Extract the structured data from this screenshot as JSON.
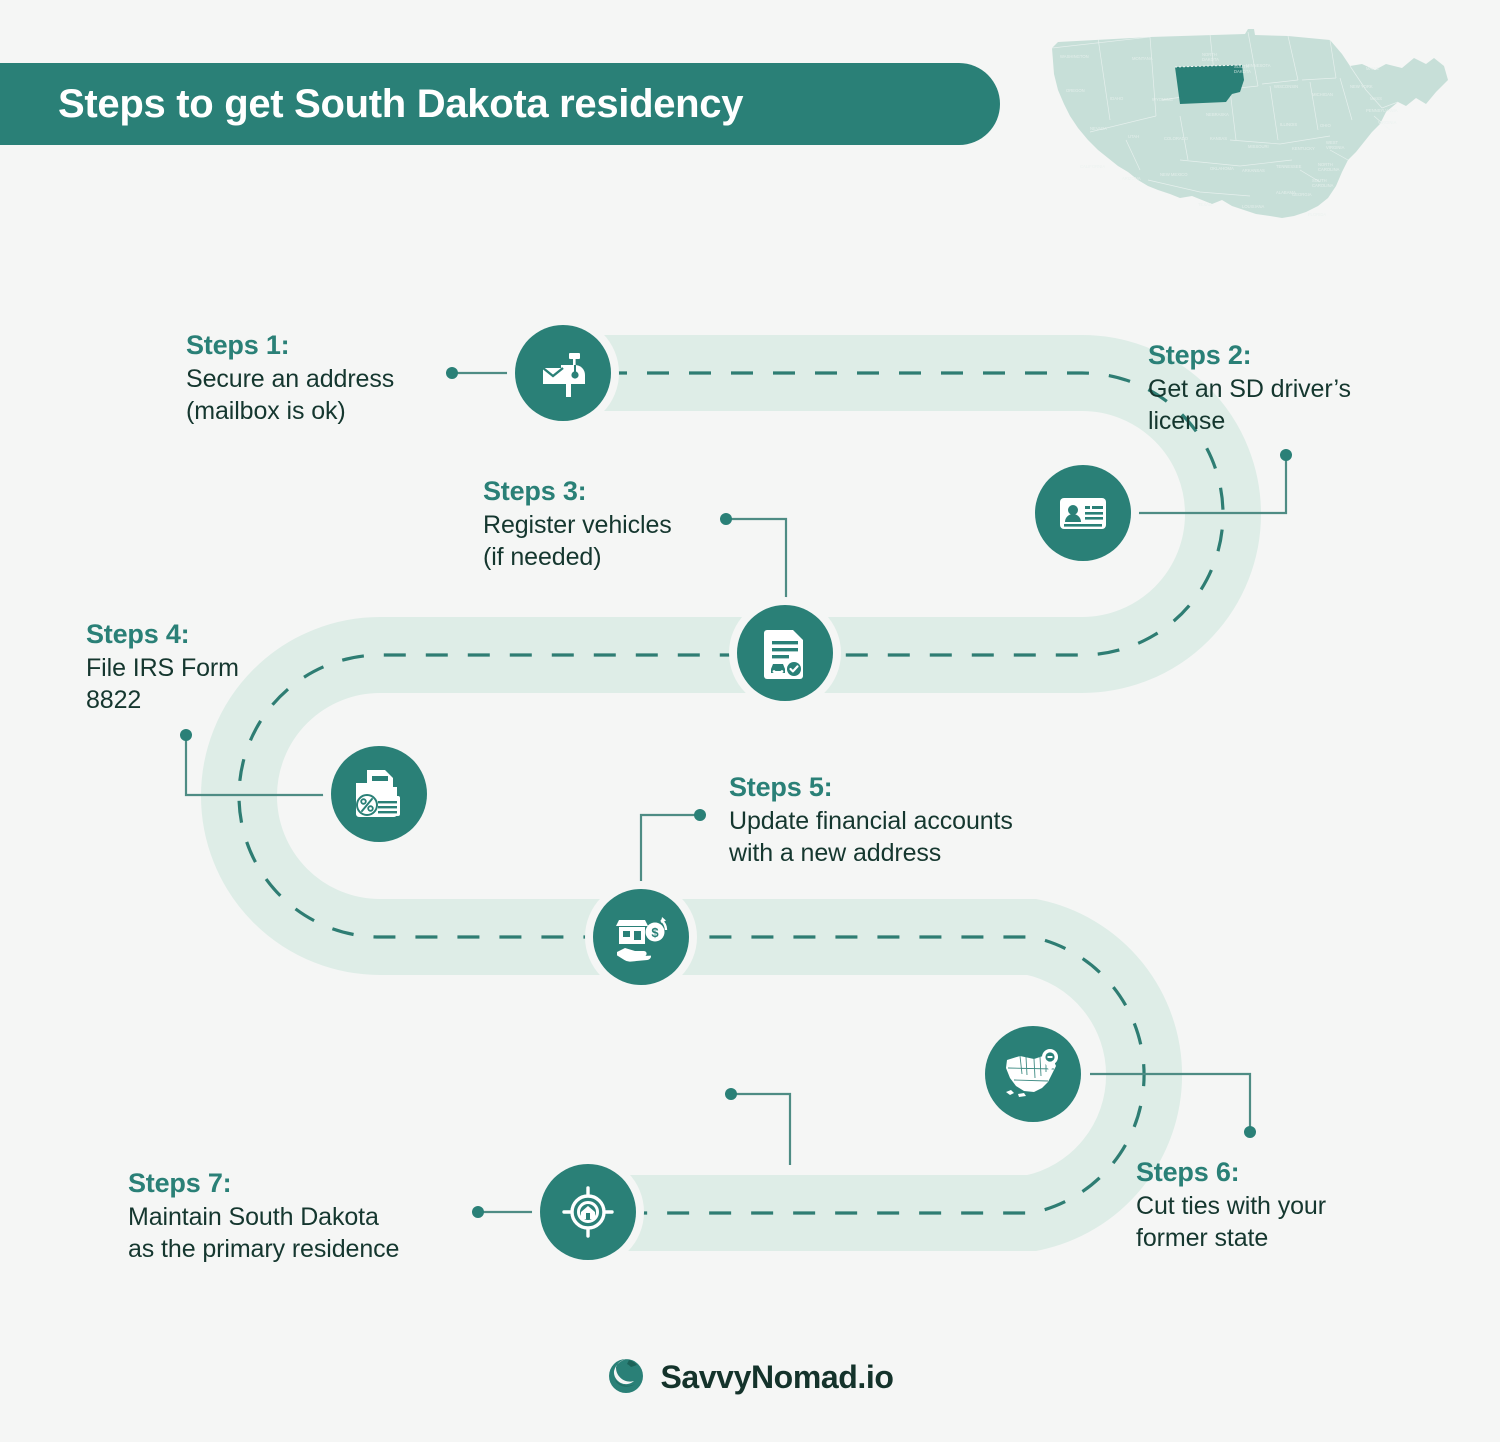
{
  "header": {
    "title": "Steps to get South Dakota residency"
  },
  "map": {
    "name": "us-map",
    "highlighted_state": "South Dakota",
    "base_color": "#C7DFD8",
    "highlight_color": "#2A8077"
  },
  "colors": {
    "background": "#F5F6F5",
    "accent": "#2A8077",
    "road_band": "#DEEDE7",
    "dash_line": "#2E7D73",
    "body_text": "#15372F",
    "connector": "#4E8C84",
    "white": "#FFFFFF"
  },
  "steps": [
    {
      "id": 1,
      "num": "Steps 1:",
      "desc": "Secure an address\n(mailbox is ok)",
      "icon": "mailbox-icon"
    },
    {
      "id": 2,
      "num": "Steps 2:",
      "desc": "Get an SD driver’s\nlicense",
      "icon": "id-card-icon"
    },
    {
      "id": 3,
      "num": "Steps 3:",
      "desc": "Register vehicles\n(if needed)",
      "icon": "vehicle-registration-document-icon"
    },
    {
      "id": 4,
      "num": "Steps 4:",
      "desc": "File IRS Form\n8822",
      "icon": "tax-documents-icon"
    },
    {
      "id": 5,
      "num": "Steps 5:",
      "desc": "Update financial accounts\nwith a new address",
      "icon": "bank-hand-money-icon"
    },
    {
      "id": 6,
      "num": "Steps 6:",
      "desc": "Cut ties with your\nformer state",
      "icon": "map-pin-icon"
    },
    {
      "id": 7,
      "num": "Steps 7:",
      "desc": "Maintain South Dakota\nas the primary residence",
      "icon": "target-home-icon"
    }
  ],
  "footer": {
    "brand": "SavvyNomad.io",
    "logo_icon": "savvynomad-swirl-logo"
  }
}
